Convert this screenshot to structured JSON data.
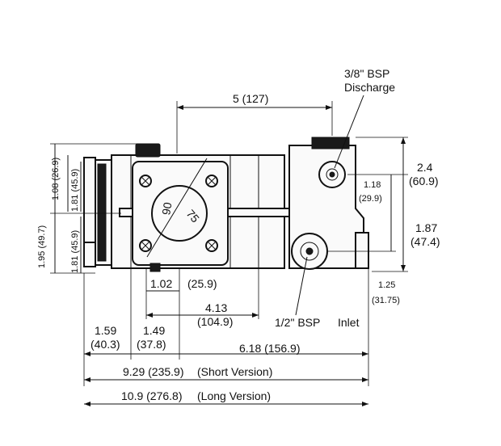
{
  "callouts": {
    "discharge_size": "3/8\" BSP",
    "discharge_label": "Discharge",
    "inlet_size": "1/2\" BSP",
    "inlet_label": "Inlet"
  },
  "dimensions": {
    "top_width": "5 (127)",
    "right_height_in": "2.4",
    "right_height_mm": "(60.9)",
    "discharge_offset_in": "1.18",
    "discharge_offset_mm": "(29.9)",
    "inlet_height_in": "1.87",
    "inlet_height_mm": "(47.4)",
    "inlet_offset_in": "1.25",
    "inlet_offset_mm": "(31.75)",
    "left_total": "1.95 (49.7)",
    "left_upper": "1.08 (26.9)",
    "left_mid": "1.81 (45.9)",
    "left_lower": "1.81 (45.9)",
    "shaft_offset": "1.02",
    "shaft_offset_mm": "(25.9)",
    "mount_span_in": "4.13",
    "mount_span_mm": "(104.9)",
    "seg_a_in": "1.59",
    "seg_a_mm": "(40.3)",
    "seg_b_in": "1.49",
    "seg_b_mm": "(37.8)",
    "seg_c": "6.18 (156.9)",
    "short_total": "9.29 (235.9)",
    "short_label": "(Short Version)",
    "long_total": "10.9 (276.8)",
    "long_label": "(Long Version)",
    "bolt_spacing_a": "90",
    "bolt_spacing_b": "75"
  }
}
